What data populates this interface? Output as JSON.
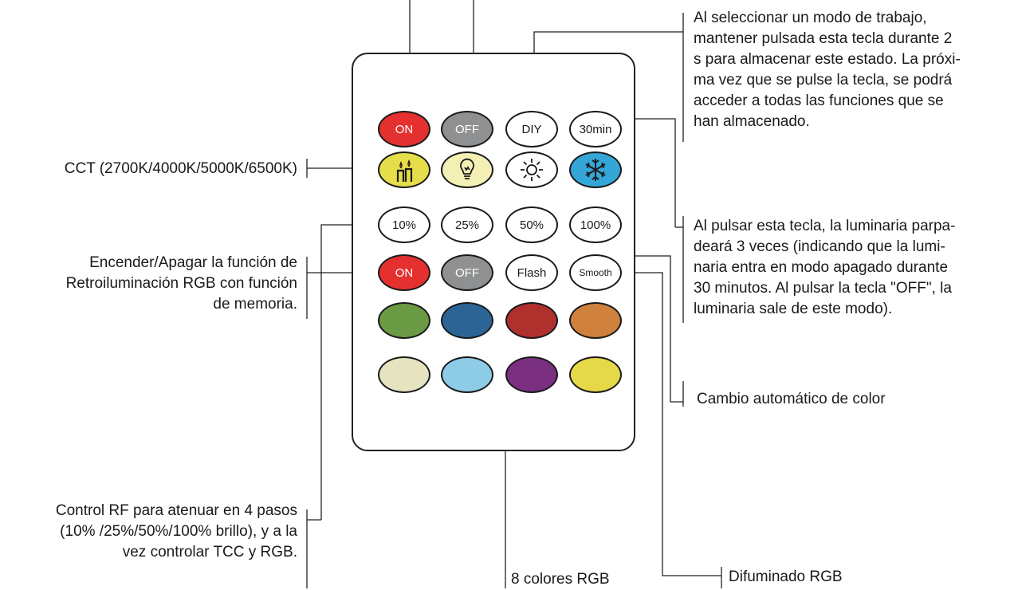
{
  "remote": {
    "rows": [
      [
        {
          "name": "on-button",
          "label": "ON",
          "bg": "#e53030",
          "text": "white"
        },
        {
          "name": "off-button",
          "label": "OFF",
          "bg": "#8e9092",
          "text": "white"
        },
        {
          "name": "diy-button",
          "label": "DIY",
          "bg": "#ffffff",
          "text": "dark"
        },
        {
          "name": "timer-30min-button",
          "label": "30min",
          "bg": "#ffffff",
          "text": "dark"
        }
      ],
      [
        {
          "name": "cct-2700k-button",
          "label": "",
          "bg": "#e6dd4b",
          "icon": "candle-icon"
        },
        {
          "name": "cct-4000k-button",
          "label": "",
          "bg": "#f3efb5",
          "icon": "bulb-icon"
        },
        {
          "name": "cct-5000k-button",
          "label": "",
          "bg": "#ffffff",
          "icon": "sun-icon"
        },
        {
          "name": "cct-6500k-button",
          "label": "",
          "bg": "#34a6d8",
          "icon": "snowflake-icon"
        }
      ],
      [
        {
          "name": "brightness-10-button",
          "label": "10%",
          "bg": "#ffffff",
          "text": "dark"
        },
        {
          "name": "brightness-25-button",
          "label": "25%",
          "bg": "#ffffff",
          "text": "dark"
        },
        {
          "name": "brightness-50-button",
          "label": "50%",
          "bg": "#ffffff",
          "text": "dark"
        },
        {
          "name": "brightness-100-button",
          "label": "100%",
          "bg": "#ffffff",
          "text": "dark"
        }
      ],
      [
        {
          "name": "rgb-on-button",
          "label": "ON",
          "bg": "#e53030",
          "text": "white"
        },
        {
          "name": "rgb-off-button",
          "label": "OFF",
          "bg": "#8e9092",
          "text": "white"
        },
        {
          "name": "flash-button",
          "label": "Flash",
          "bg": "#ffffff",
          "text": "dark"
        },
        {
          "name": "smooth-button",
          "label": "Smooth",
          "bg": "#ffffff",
          "text": "dark",
          "small": true
        }
      ],
      [
        {
          "name": "color-green-button",
          "label": "",
          "bg": "#6a9a44"
        },
        {
          "name": "color-blue-button",
          "label": "",
          "bg": "#2d6496"
        },
        {
          "name": "color-red-button",
          "label": "",
          "bg": "#b0302e"
        },
        {
          "name": "color-orange-button",
          "label": "",
          "bg": "#d0813e"
        }
      ],
      [
        {
          "name": "color-cream-button",
          "label": "",
          "bg": "#e5e3c0"
        },
        {
          "name": "color-lightblue-button",
          "label": "",
          "bg": "#8dcbe6"
        },
        {
          "name": "color-purple-button",
          "label": "",
          "bg": "#7a2f80"
        },
        {
          "name": "color-yellow-button",
          "label": "",
          "bg": "#e5d94a"
        }
      ]
    ]
  },
  "annotations": {
    "memory_mode": [
      "Al seleccionar un modo de trabajo,",
      "mantener pulsada esta tecla durante 2",
      "s para almacenar este estado. La próxi-",
      "ma vez que se pulse la tecla, se podrá",
      "acceder a todas las funciones que se",
      "han almacenado."
    ],
    "timer": [
      "Al pulsar esta tecla, la luminaria parpa-",
      "deará 3 veces (indicando que la lumi-",
      "naria entra en modo apagado durante",
      "30 minutos. Al pulsar la tecla \"OFF\", la",
      "luminaria sale de este modo)."
    ],
    "auto_color": "Cambio automático de color",
    "cct": "CCT (2700K/4000K/5000K/6500K)",
    "backlight": [
      "Encender/Apagar la función de",
      "Retroiluminación RGB con función",
      "de memoria."
    ],
    "rf_control": [
      "Control RF para atenuar en 4 pasos",
      "(10% /25%/50%/100% brillo), y a la",
      "vez controlar TCC y RGB."
    ],
    "rgb_colors": "8 colores RGB",
    "smooth_rgb": "Difuminado RGB"
  }
}
